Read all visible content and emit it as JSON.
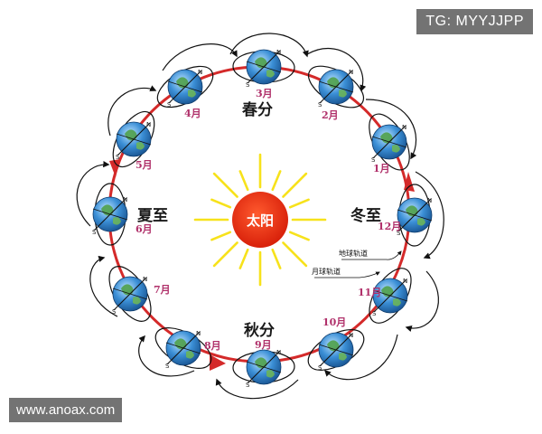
{
  "sun": {
    "label": "太阳"
  },
  "seasons": {
    "spring": "春分",
    "summer": "夏至",
    "autumn": "秋分",
    "winter": "冬至"
  },
  "annotations": {
    "earth_orbit": "地球轨道",
    "moon_orbit": "月球轨道"
  },
  "poles": {
    "north": "N",
    "south": "S"
  },
  "months": [
    {
      "id": "jan",
      "label": "1月"
    },
    {
      "id": "feb",
      "label": "2月"
    },
    {
      "id": "mar",
      "label": "3月"
    },
    {
      "id": "apr",
      "label": "4月"
    },
    {
      "id": "may",
      "label": "5月"
    },
    {
      "id": "jun",
      "label": "6月"
    },
    {
      "id": "jul",
      "label": "7月"
    },
    {
      "id": "aug",
      "label": "8月"
    },
    {
      "id": "sep",
      "label": "9月"
    },
    {
      "id": "oct",
      "label": "10月"
    },
    {
      "id": "nov",
      "label": "11月"
    },
    {
      "id": "dec",
      "label": "12月"
    }
  ],
  "watermarks": {
    "top": "TG: MYYJJPP",
    "bottom": "www.anoax.com"
  },
  "colors": {
    "orbit": "#d42a2a",
    "sun_rays": "#f7e21b",
    "sun_core": "#e8260c",
    "earth_ocean": "#3b8fd6",
    "month_label": "#b0306a"
  }
}
